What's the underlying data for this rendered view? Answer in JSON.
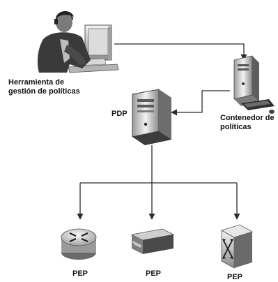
{
  "diagram": {
    "nodes": {
      "tool": {
        "label_line1": "Herramienta de",
        "label_line2": "gestión de políticas",
        "icon": "person-at-computer-icon"
      },
      "pdp": {
        "label": "PDP",
        "icon": "server-tower-icon"
      },
      "container": {
        "label_line1": "Contenedor de",
        "label_line2": "políticas",
        "icon": "computer-server-icon"
      },
      "pep1": {
        "label": "PEP",
        "icon": "router-icon"
      },
      "pep2": {
        "label": "PEP",
        "icon": "network-appliance-icon"
      },
      "pep3": {
        "label": "PEP",
        "icon": "switch-icon"
      }
    },
    "edges": [
      {
        "from": "tool",
        "to": "container"
      },
      {
        "from": "container",
        "to": "pdp"
      },
      {
        "from": "pdp",
        "to": "pep1"
      },
      {
        "from": "pdp",
        "to": "pep2"
      },
      {
        "from": "pdp",
        "to": "pep3"
      }
    ],
    "colors": {
      "line": "#2a2a2a",
      "text": "#111111"
    }
  }
}
